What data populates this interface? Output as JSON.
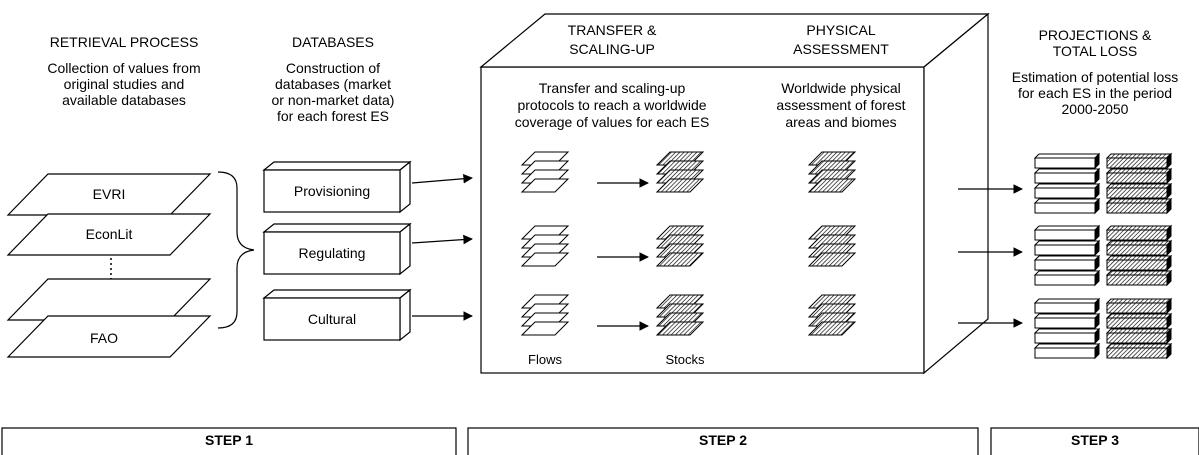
{
  "retrieval": {
    "title": "RETRIEVAL PROCESS",
    "desc": [
      "Collection of values from",
      "original studies and",
      "available databases"
    ],
    "layers": [
      "EVRI",
      "EconLit",
      "FAO"
    ]
  },
  "databases": {
    "title": "DATABASES",
    "desc": [
      "Construction of",
      "databases (market",
      "or non-market data)",
      "for each forest ES"
    ],
    "boxes": [
      "Provisioning",
      "Regulating",
      "Cultural"
    ]
  },
  "transfer": {
    "title": [
      "TRANSFER &",
      "SCALING-UP"
    ],
    "desc": [
      "Transfer and scaling-up",
      "protocols to reach a  worldwide",
      "coverage of values for each ES"
    ],
    "flows_label": "Flows",
    "stocks_label": "Stocks"
  },
  "physical": {
    "title": [
      "PHYSICAL",
      "ASSESSMENT"
    ],
    "desc": [
      "Worldwide physical",
      "assessment of forest",
      "areas and biomes"
    ]
  },
  "projections": {
    "title": [
      "PROJECTIONS &",
      "TOTAL LOSS"
    ],
    "desc": [
      "Estimation of potential loss",
      "for each ES in the period",
      "2000-2050"
    ]
  },
  "steps": [
    "STEP 1",
    "STEP 2",
    "STEP 3"
  ]
}
